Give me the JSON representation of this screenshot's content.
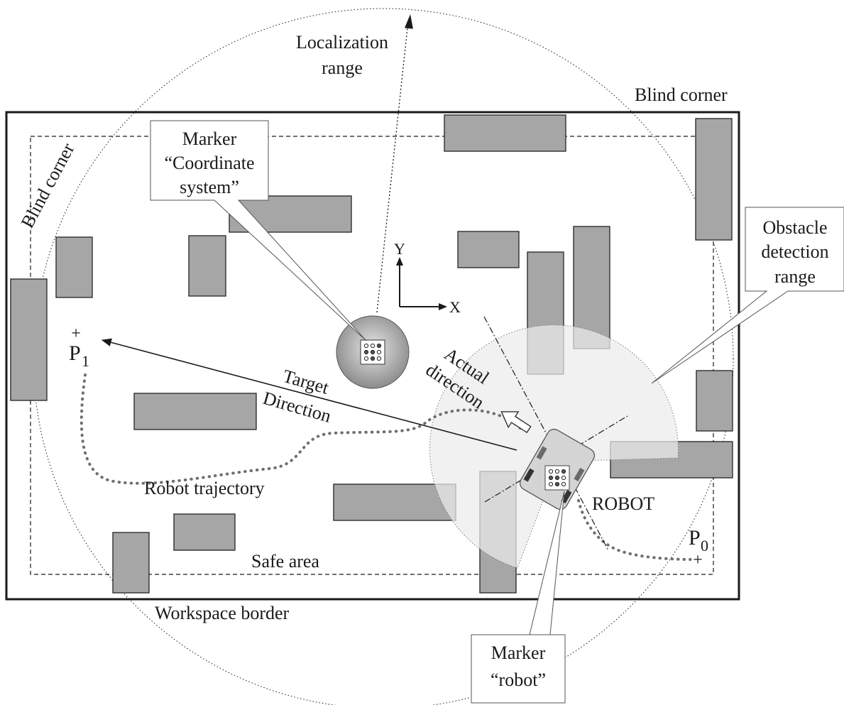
{
  "labels": {
    "localization_line1": "Localization",
    "localization_line2": "range",
    "blind_corner_top": "Blind corner",
    "blind_corner_left": "Blind corner",
    "marker_coord_line1": "Marker",
    "marker_coord_line2": "“Coordinate",
    "marker_coord_line3": "system”",
    "obstacle_line1": "Obstacle",
    "obstacle_line2": "detection",
    "obstacle_line3": "range",
    "axis_y": "Y",
    "axis_x": "X",
    "p1_plus": "+",
    "p1_base": "P",
    "p1_sub": "1",
    "p0_plus": "+",
    "p0_base": "P",
    "p0_sub": "0",
    "actual_line1": "Actual",
    "actual_line2": "direction",
    "target_line1": "Target",
    "target_line2": "Direction",
    "robot_trajectory": "Robot trajectory",
    "robot": "ROBOT",
    "safe_area": "Safe area",
    "workspace_border": "Workspace border",
    "marker_robot_line1": "Marker",
    "marker_robot_line2": "“robot”"
  },
  "colors": {
    "obstacle_fill": "#a6a6a6",
    "line": "#1a1a1a",
    "detection_fill": "#e9e9e9",
    "marker_disc": "#9a9a9a"
  }
}
